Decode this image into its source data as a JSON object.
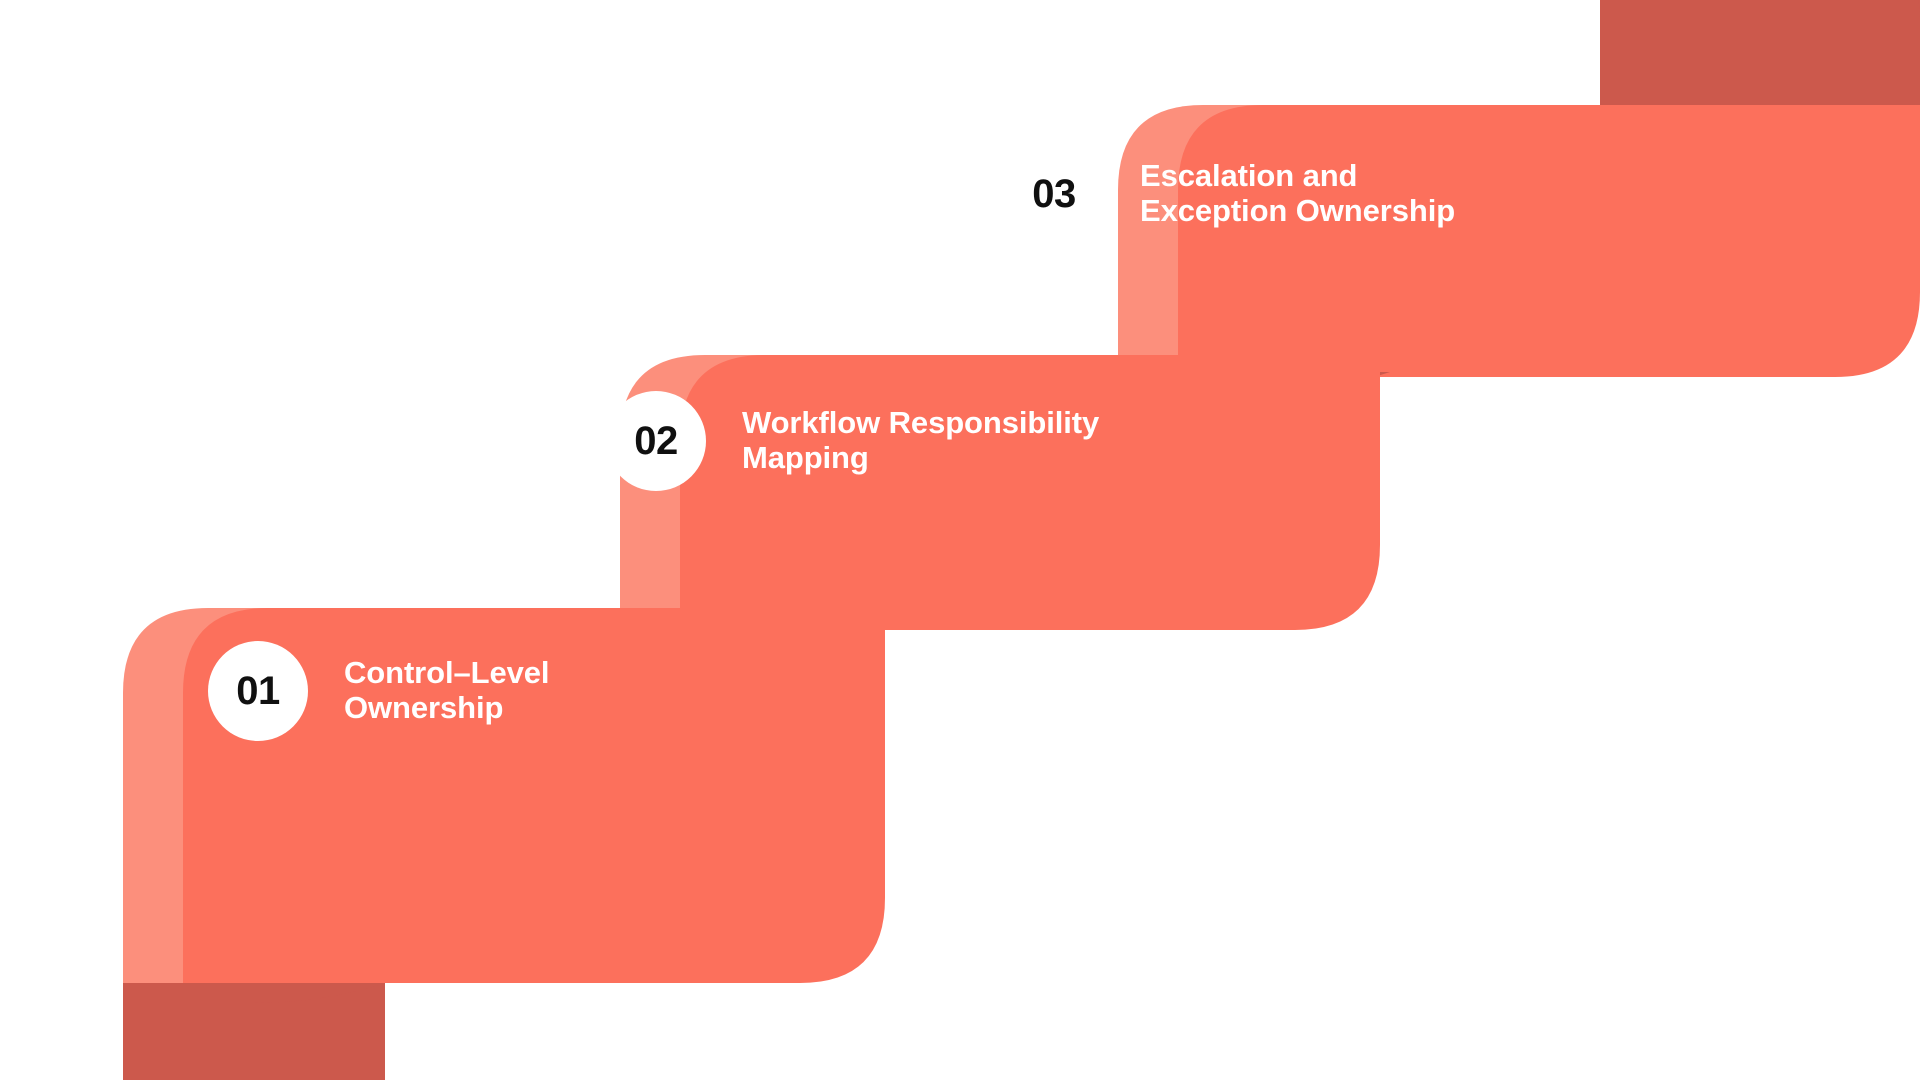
{
  "background_color": "#FFFFFF",
  "palette": {
    "step_face": "#FC705C",
    "step_side_light": "#FC8F7C",
    "step_shadow_dark": "#CC594C",
    "badge_background": "#FFFFFF",
    "badge_number_color": "#101010",
    "title_color": "#FFFFFF"
  },
  "diagram": {
    "type": "staircase-steps",
    "step_count": 3,
    "direction": "ascending-left-to-right"
  },
  "steps": [
    {
      "number": "01",
      "title": "Control–Level\nOwnership",
      "title_line1": "Control–Level",
      "title_line2": "Ownership"
    },
    {
      "number": "02",
      "title": "Workflow Responsibility\nMapping",
      "title_line1": "Workflow Responsibility",
      "title_line2": "Mapping"
    },
    {
      "number": "03",
      "title": "Escalation and\nException Ownership",
      "title_line1": "Escalation and",
      "title_line2": "Exception Ownership"
    }
  ]
}
